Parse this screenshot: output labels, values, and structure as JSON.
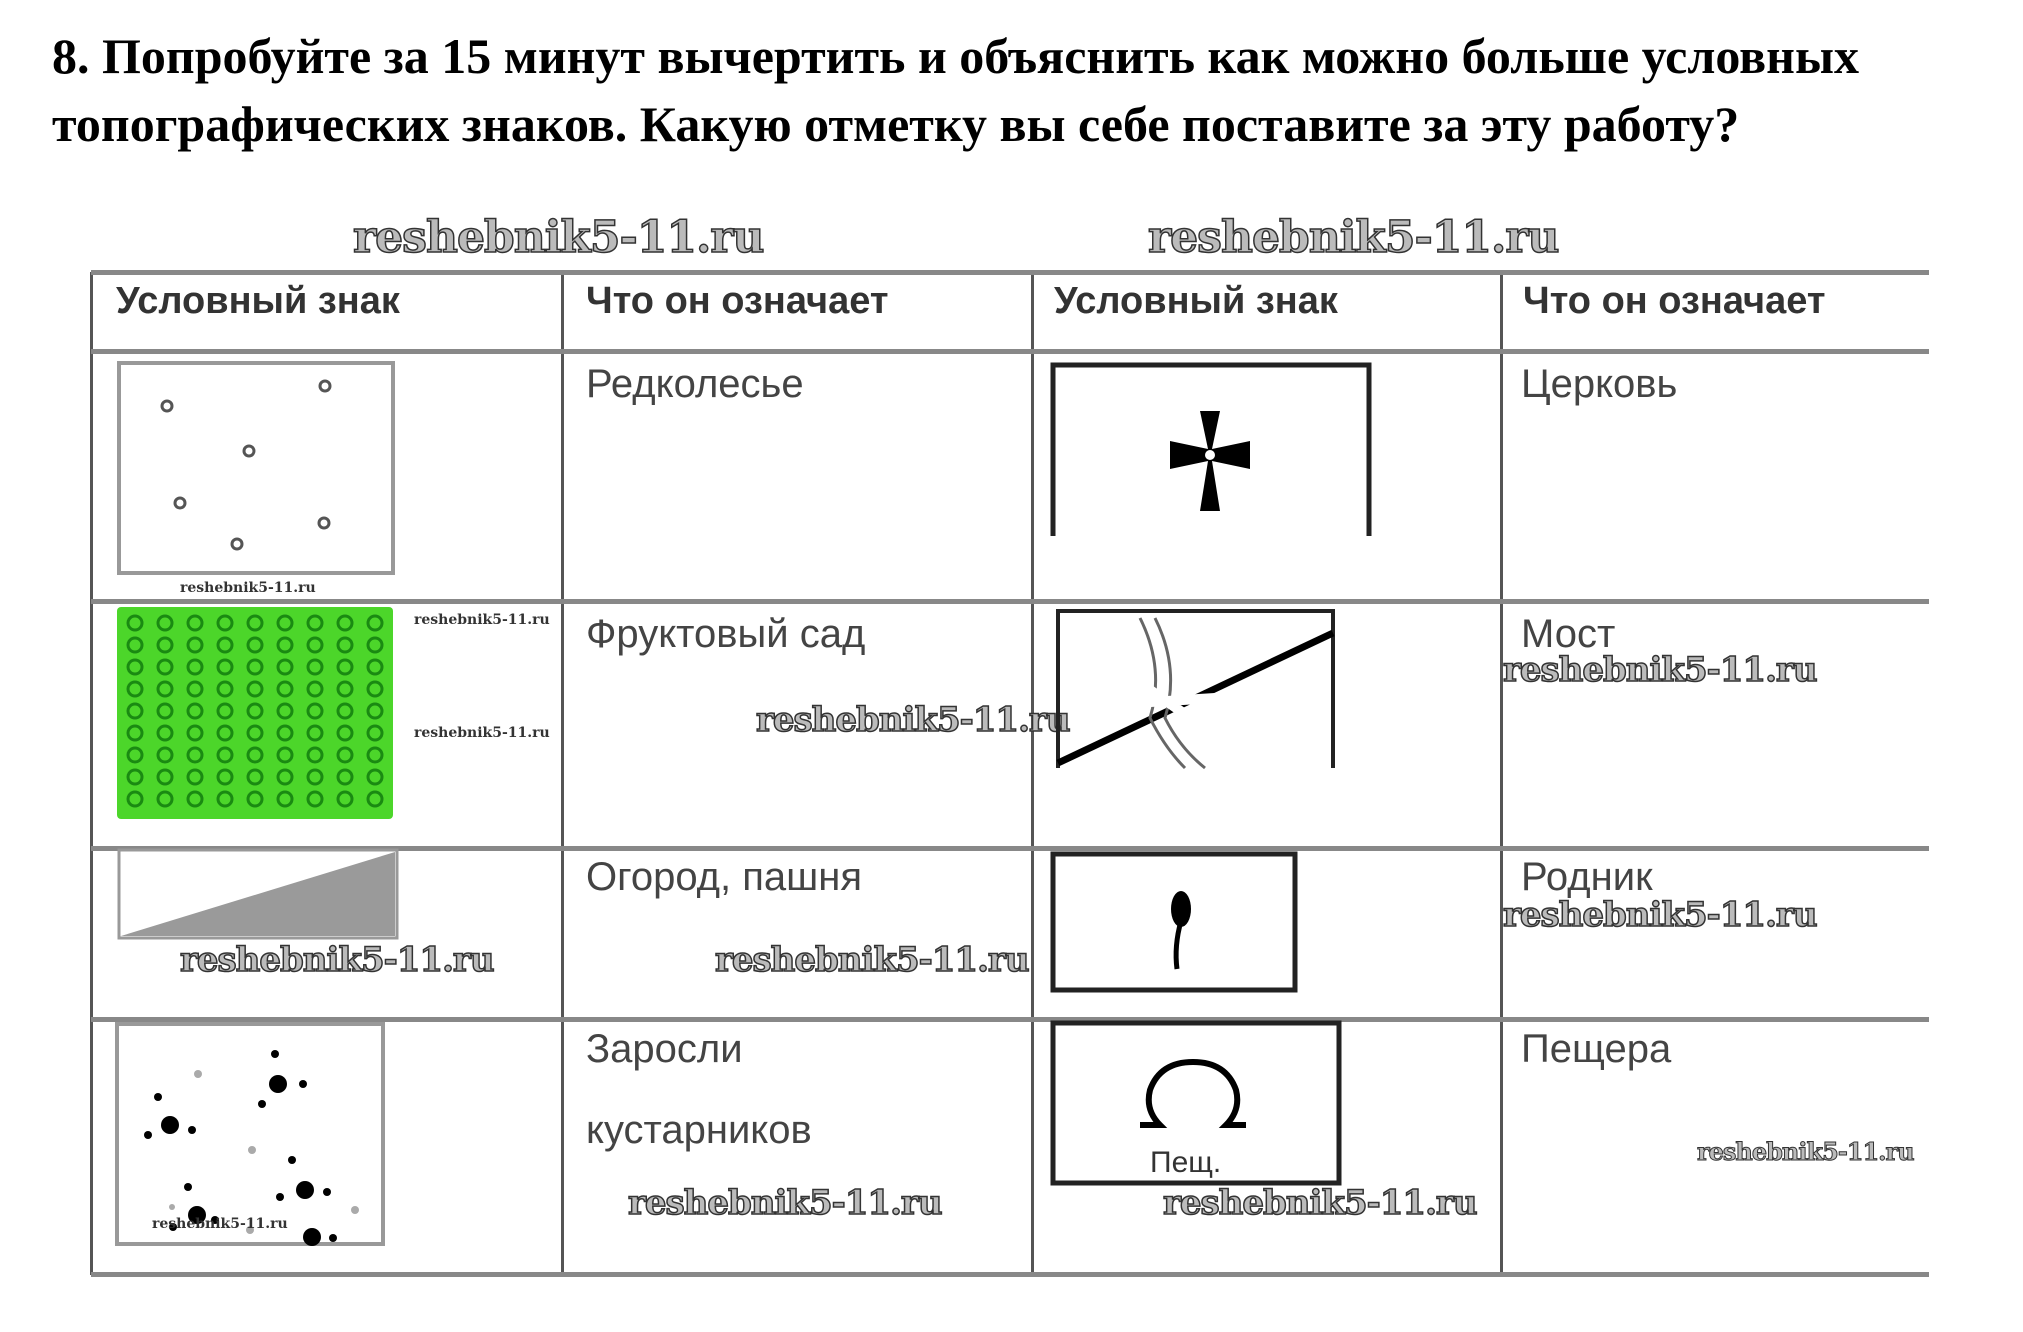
{
  "task": {
    "title": "8. Попробуйте за 15 минут вычертить и объяснить как можно больше условных топографических знаков. Какую отметку вы себе поставите за эту работу?"
  },
  "watermark": "reshebnik5-11.ru",
  "table": {
    "headers": [
      "Условный знак",
      "Что он означает",
      "Условный знак",
      "Что он означает"
    ],
    "rows": [
      {
        "left_sign": "sparse-forest-symbol",
        "left_meaning": "Редколесье",
        "right_sign": "church-symbol",
        "right_meaning": "Церковь"
      },
      {
        "left_sign": "orchard-symbol",
        "left_meaning": "Фруктовый сад",
        "right_sign": "bridge-symbol",
        "right_meaning": "Мост"
      },
      {
        "left_sign": "arable-land-symbol",
        "left_meaning": "Огород, пашня",
        "right_sign": "spring-symbol",
        "right_meaning": "Родник"
      },
      {
        "left_sign": "shrubs-symbol",
        "left_meaning_line1": "Заросли",
        "left_meaning_line2": "кустарников",
        "right_sign": "cave-symbol",
        "right_meaning": "Пещера",
        "cave_label": "Пещ."
      }
    ]
  },
  "colors": {
    "orchard_green": "#4cd62a",
    "line": "#555555"
  }
}
